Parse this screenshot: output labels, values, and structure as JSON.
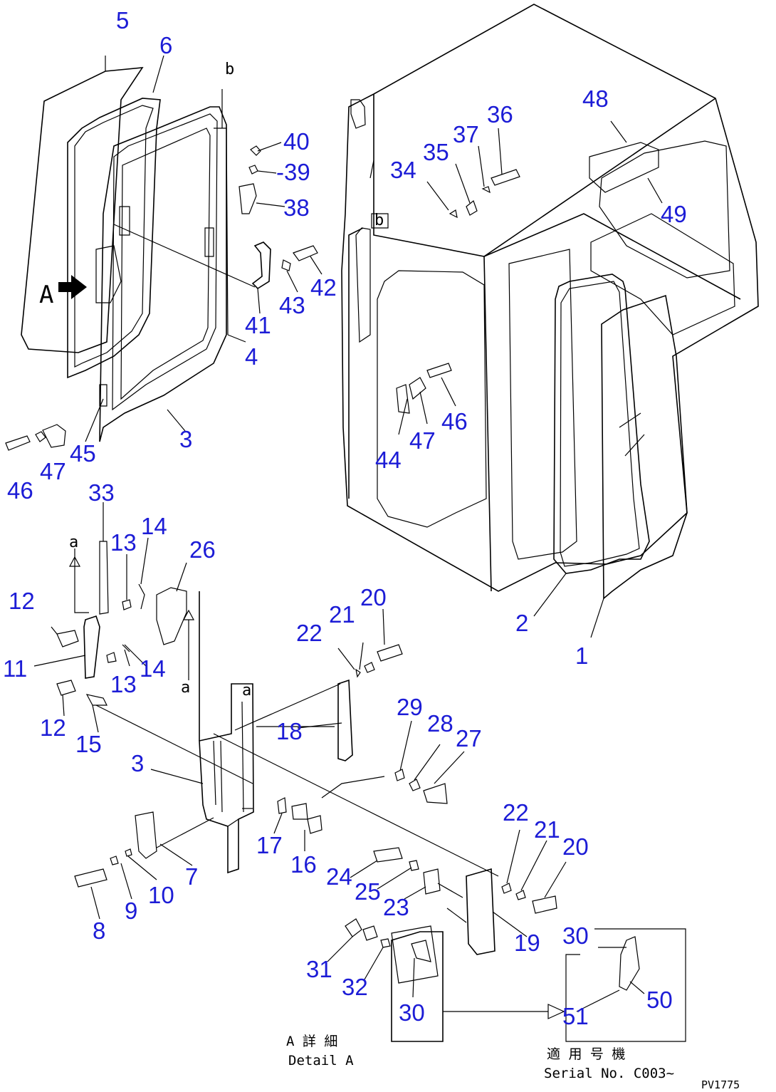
{
  "part_labels": {
    "n1": "1",
    "n2": "2",
    "n3a": "3",
    "n3b": "3",
    "n4": "4",
    "n5": "5",
    "n6": "6",
    "n7": "7",
    "n8": "8",
    "n9": "9",
    "n10": "10",
    "n11": "11",
    "n12a": "12",
    "n12b": "12",
    "n13a": "13",
    "n13b": "13",
    "n14a": "14",
    "n14b": "14",
    "n15": "15",
    "n16": "16",
    "n17": "17",
    "n18": "18",
    "n19": "19",
    "n20a": "20",
    "n20b": "20",
    "n21a": "21",
    "n21b": "21",
    "n22a": "22",
    "n22b": "22",
    "n23": "23",
    "n24": "24",
    "n25": "25",
    "n26": "26",
    "n27": "27",
    "n28": "28",
    "n29": "29",
    "n30a": "30",
    "n30b": "30",
    "n31": "31",
    "n32": "32",
    "n33": "33",
    "n34": "34",
    "n35": "35",
    "n36": "36",
    "n37": "37",
    "n38": "38",
    "n39": "-39",
    "n40": "40",
    "n41": "41",
    "n42": "42",
    "n43": "43",
    "n44": "44",
    "n45": "45",
    "n46a": "46",
    "n46b": "46",
    "n47a": "47",
    "n47b": "47",
    "n48": "48",
    "n49": "49",
    "n50": "50",
    "n51": "51"
  },
  "callouts": {
    "detail_marker": "A",
    "ref_a_top": "a",
    "ref_a_left": "a",
    "ref_a_right": "a",
    "ref_b": "b",
    "ref_b_cab": "b"
  },
  "captions": {
    "detail_jp": "A 詳 細",
    "detail_en": "Detail A",
    "serial_jp": "適 用 号 機",
    "serial_en": "Serial No. C003~",
    "drawing_id": "PV1775"
  },
  "colors": {
    "label": "#1c1cd6",
    "line": "#000000"
  }
}
